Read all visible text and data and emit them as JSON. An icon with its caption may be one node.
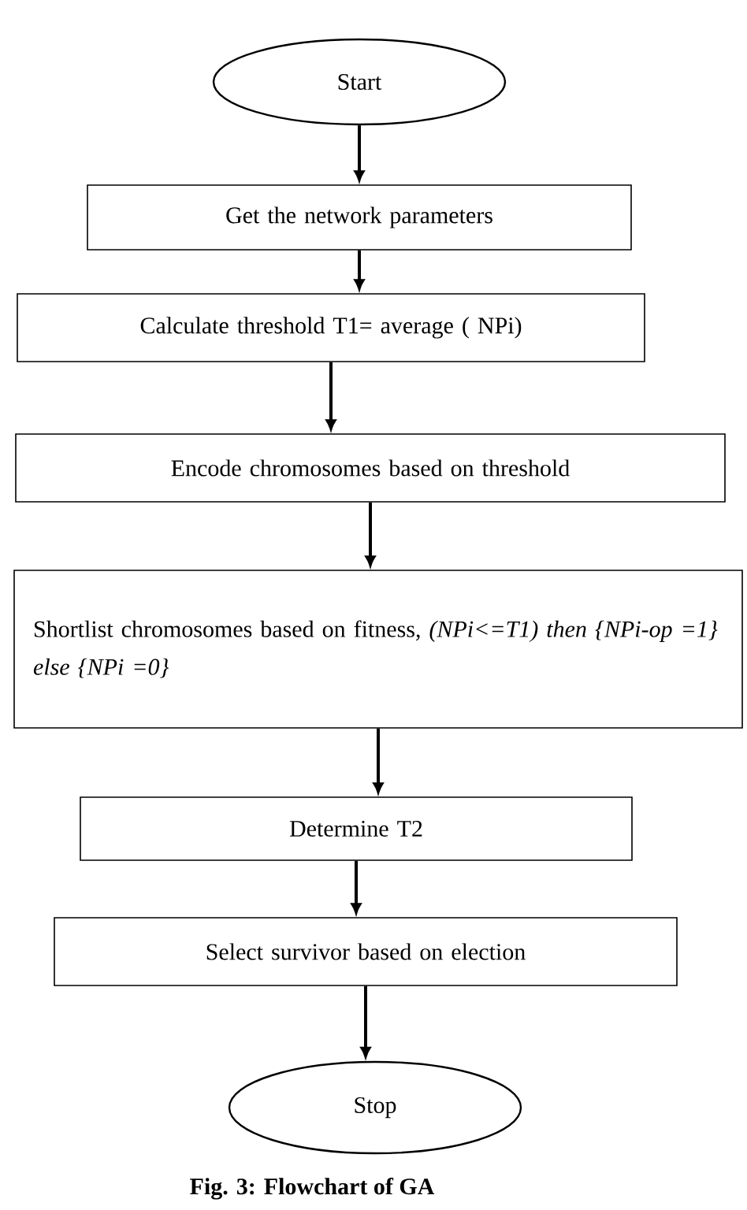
{
  "diagram": {
    "caption": "Fig. 3: Flowchart of GA",
    "nodes": [
      {
        "text": [
          "Start"
        ]
      },
      {
        "text": [
          "Get the network parameters"
        ]
      },
      {
        "text": [
          "Calculate threshold T1= average ( NPi)"
        ]
      },
      {
        "text": [
          "Encode chromosomes based on threshold"
        ]
      },
      {
        "text": [
          "Shortlist chromosomes based on fitness, *(NPi<=T1) then {NPi-op =1} else {NPi =0}*"
        ]
      },
      {
        "text": [
          "Determine T2"
        ]
      },
      {
        "text": [
          "Select survivor based on election"
        ]
      },
      {
        "text": [
          "Stop"
        ]
      }
    ],
    "edges": [
      {
        "from": 0,
        "to": 1,
        "arrow": "to"
      },
      {
        "from": 1,
        "to": 2,
        "arrow": "to"
      },
      {
        "from": 2,
        "to": 3,
        "arrow": "to"
      },
      {
        "from": 3,
        "to": 4,
        "arrow": "to"
      },
      {
        "from": 4,
        "to": 5,
        "arrow": "to"
      },
      {
        "from": 5,
        "to": 6,
        "arrow": "to"
      },
      {
        "from": 6,
        "to": 7,
        "arrow": "to"
      }
    ]
  }
}
